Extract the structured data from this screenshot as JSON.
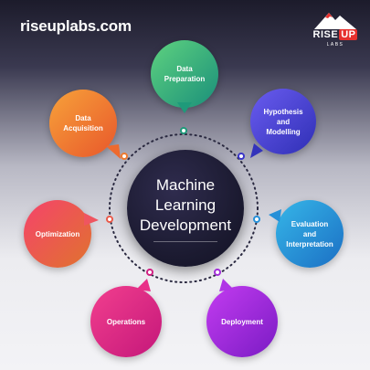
{
  "site": {
    "domain": "riseuplabs.com"
  },
  "logo": {
    "word_main": "RISE",
    "word_accent": "UP",
    "sub": "LABS"
  },
  "center": {
    "title": "Machine\nLearning\nDevelopment"
  },
  "stages": [
    {
      "label": "Data\nPreparation",
      "color_from": "#5ed27f",
      "color_to": "#1a8f7a",
      "icon": "none"
    },
    {
      "label": "Hypothesis\nand\nModelling",
      "color_from": "#6a5cf0",
      "color_to": "#2f2fb5",
      "icon": "none"
    },
    {
      "label": "Evaluation\nand\nInterpretation",
      "color_from": "#36b6e8",
      "color_to": "#1b6fc4",
      "icon": "none"
    },
    {
      "label": "Deployment",
      "color_from": "#c33cf0",
      "color_to": "#7a1bc4",
      "icon": "none"
    },
    {
      "label": "Operations",
      "color_from": "#f23f8e",
      "color_to": "#c4177a",
      "icon": "none"
    },
    {
      "label": "Optimization",
      "color_from": "#f5436b",
      "color_to": "#e0732e",
      "icon": "none"
    },
    {
      "label": "Data\nAcquisition",
      "color_from": "#f7a23a",
      "color_to": "#e8572b",
      "icon": "none"
    }
  ],
  "colors": {
    "ring_dots": "#2a2940",
    "center": "#1b1a30"
  }
}
